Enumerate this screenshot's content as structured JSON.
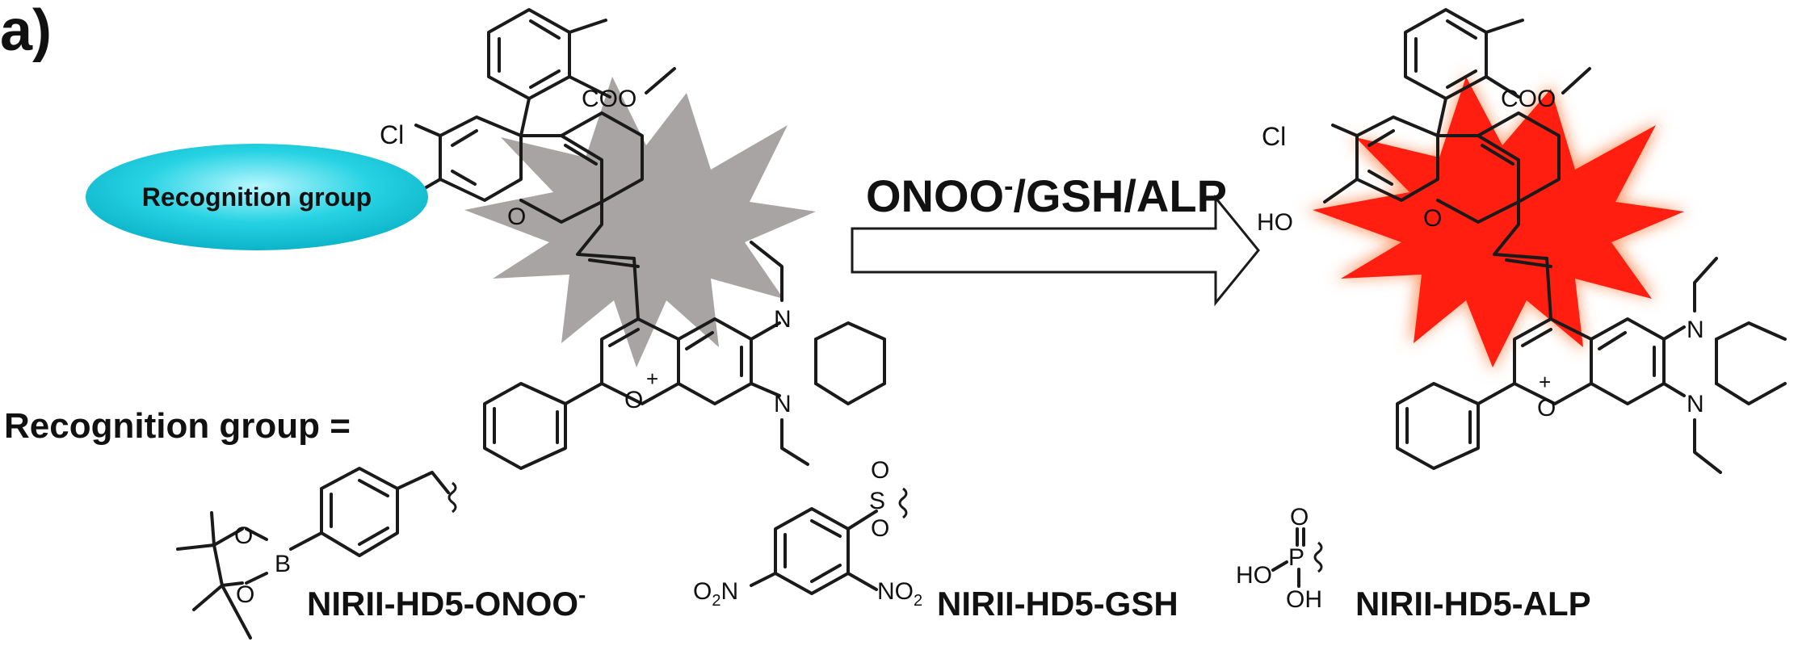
{
  "panel_label": "a)",
  "reaction": {
    "reagents": "ONOO",
    "reagents_superscript": "-",
    "reagents_rest": "/GSH/ALP"
  },
  "probe": {
    "recognition_label": "Recognition group",
    "substituents": {
      "chloro": "Cl",
      "ester": "COO",
      "ring_oxygen": "O",
      "oxonium": "O",
      "charge": "+",
      "linker_oxygen": "O",
      "amine_n1": "N",
      "amine_n2": "N"
    }
  },
  "product": {
    "substituents": {
      "chloro": "Cl",
      "ester": "COO",
      "hydroxyl": "HO",
      "ring_oxygen": "O",
      "oxonium": "O",
      "charge": "+",
      "amine_n1": "N",
      "amine_n2": "N"
    }
  },
  "recognition_definition": "Recognition group =",
  "groups": [
    {
      "name": "NIRII-HD5-ONOO",
      "name_superscript": "-",
      "atoms": {
        "boron": "B",
        "oxygen_top": "O",
        "oxygen_bottom": "O"
      }
    },
    {
      "name": "NIRII-HD5-GSH",
      "atoms": {
        "sulfur": "S",
        "oxygen_top": "O",
        "oxygen_bottom": "O",
        "nitro_left": "O",
        "nitro_left_sub": "2",
        "nitro_left_n": "N",
        "nitro_right_n": "NO",
        "nitro_right_sub": "2"
      }
    },
    {
      "name": "NIRII-HD5-ALP",
      "atoms": {
        "phosphorus": "P",
        "oxygen_top": "O",
        "hydroxyl_left": "HO",
        "hydroxyl_bottom": "OH"
      }
    }
  ],
  "colors": {
    "recognition_fill": "#27d3e3",
    "quench_burst": "#a8a4a4",
    "emission_burst": "#ff1e10",
    "emission_glow": "#ff9a6a"
  }
}
